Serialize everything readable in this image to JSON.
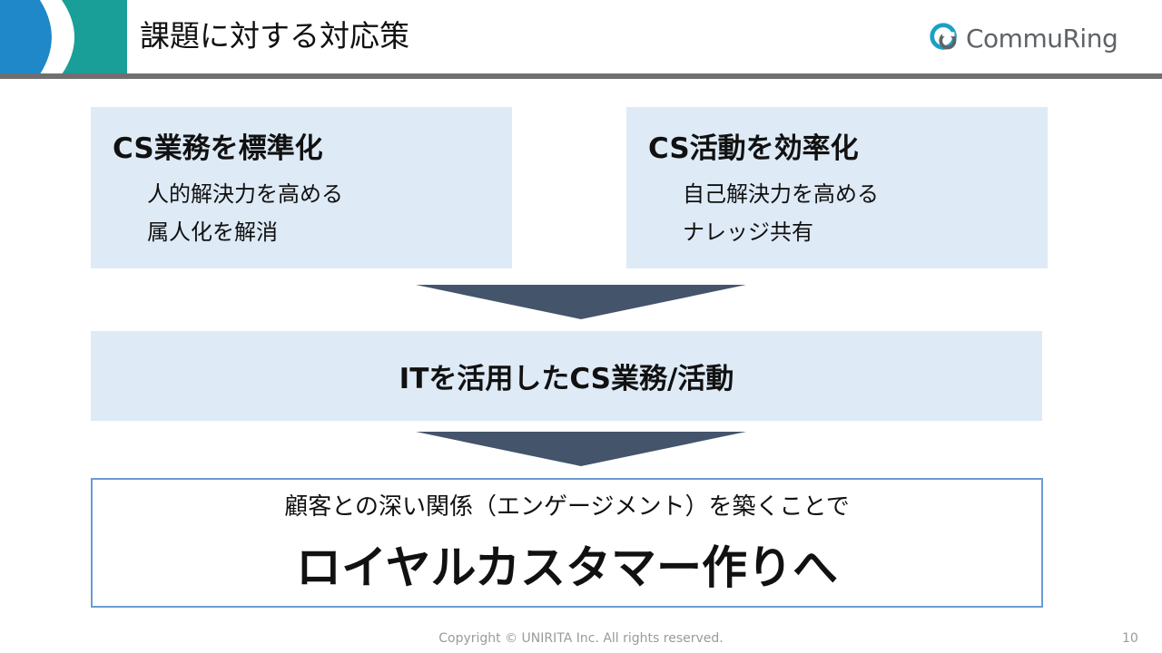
{
  "header": {
    "title": "課題に対する対応策",
    "logo_text": "CommuRing"
  },
  "boxes": [
    {
      "heading": "CS業務を標準化",
      "items": [
        "人的解決力を高める",
        "属人化を解消"
      ]
    },
    {
      "heading": "CS活動を効率化",
      "items": [
        "自己解決力を高める",
        "ナレッジ共有"
      ]
    }
  ],
  "middle": {
    "text": "ITを活用したCS業務/活動"
  },
  "result": {
    "subtitle": "顧客との深い関係（エンゲージメント）を築くことで",
    "main": "ロイヤルカスタマー作りへ"
  },
  "footer": {
    "copyright": "Copyright © UNIRITA Inc. All rights reserved.",
    "page_number": "10"
  },
  "colors": {
    "corner_blue": "#1f88c9",
    "corner_teal": "#1a9e98",
    "box_fill": "#deeaf6",
    "arrow_fill": "#44546a",
    "result_border": "#6b9bd1",
    "header_rule": "#6f6f6f",
    "logo_accent": "#1aa0c8"
  }
}
